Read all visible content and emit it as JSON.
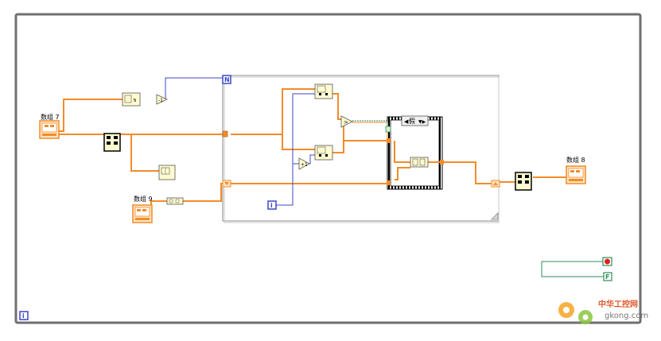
{
  "labels": {
    "array7": "数组 7",
    "array8": "数组 8",
    "array9": "数组 9"
  },
  "loop": {
    "count_terminal": "N",
    "iteration_terminal": "i",
    "outer_iteration_terminal": "i"
  },
  "case_structure": {
    "selector_value": "假"
  },
  "while_loop": {
    "stop_constant": "F"
  },
  "watermark": {
    "brand_cn": "中华工控网",
    "domain": "gkong.com"
  },
  "colors": {
    "orange_wire": "#f28c28",
    "blue_wire": "#3d47c9",
    "green_wire": "#2e8b57",
    "node_fill": "#fffbd0",
    "frame": "#7a7a7a"
  }
}
